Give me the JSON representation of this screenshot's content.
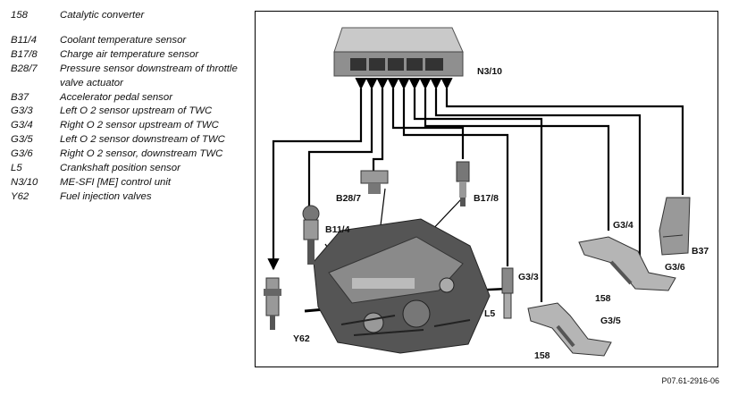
{
  "legend": [
    {
      "code": "158",
      "desc": "Catalytic converter",
      "gap_after": true
    },
    {
      "code": "B11/4",
      "desc": "Coolant temperature sensor"
    },
    {
      "code": "B17/8",
      "desc": "Charge air temperature sensor"
    },
    {
      "code": "B28/7",
      "desc": "Pressure sensor downstream of throttle valve actuator"
    },
    {
      "code": "B37",
      "desc": "Accelerator pedal sensor"
    },
    {
      "code": "G3/3",
      "desc": "Left O 2 sensor upstream of TWC"
    },
    {
      "code": "G3/4",
      "desc": "Right O 2 sensor upstream of TWC"
    },
    {
      "code": "G3/5",
      "desc": "Left O 2 sensor downstream of TWC"
    },
    {
      "code": "G3/6",
      "desc": "Right O 2 sensor, downstream TWC"
    },
    {
      "code": "L5",
      "desc": "Crankshaft position sensor"
    },
    {
      "code": "N3/10",
      "desc": "ME-SFI [ME] control unit"
    },
    {
      "code": "Y62",
      "desc": "Fuel injection valves"
    }
  ],
  "labels": {
    "n310": "N3/10",
    "b287": "B28/7",
    "b178": "B17/8",
    "b114": "B11/4",
    "g34": "G3/4",
    "b37": "B37",
    "g36": "G3/6",
    "c158a": "158",
    "g33": "G3/3",
    "l5": "L5",
    "g35": "G3/5",
    "c158b": "158",
    "y62": "Y62"
  },
  "figure_code": "P07.61-2916-06"
}
